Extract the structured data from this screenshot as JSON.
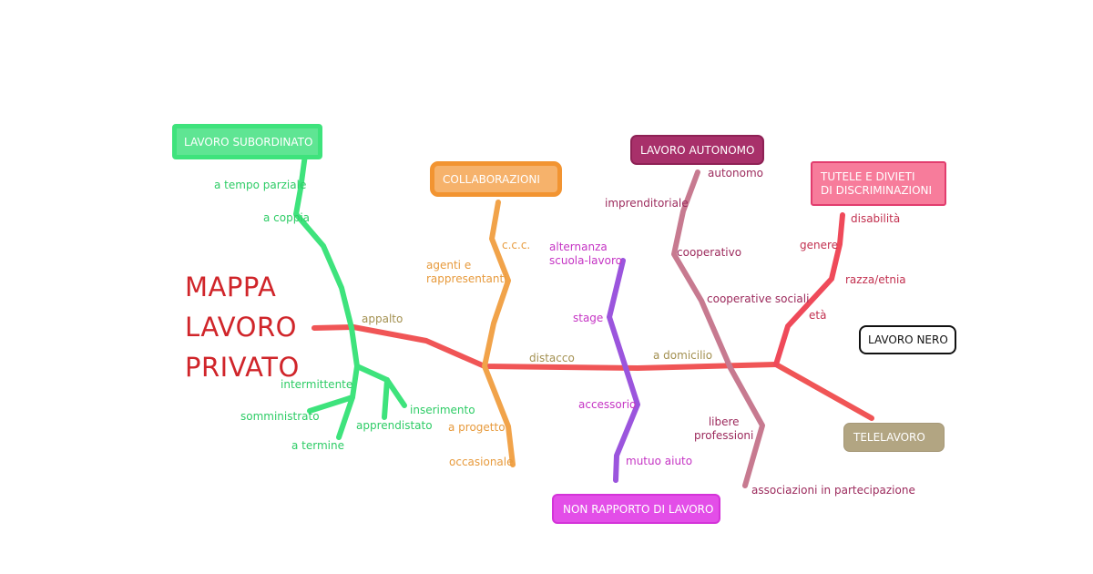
{
  "title_lines": [
    "MAPPA",
    "LAVORO",
    "PRIVATO"
  ],
  "colors": {
    "spine": "#f05556",
    "subordinato": "#3ee37c",
    "collaborazioni": "#f1a34a",
    "non_rapporto": "#9b55dd",
    "autonomo": "#c77a90",
    "tutele": "#ef4a5a",
    "title": "#d0252a"
  },
  "nodes": {
    "subordinato": "LAVORO SUBORDINATO",
    "collaborazioni": "COLLABORAZIONI",
    "autonomo": "LAVORO AUTONOMO",
    "tutele": "TUTELE E DIVIETI\nDI DISCRIMINAZIONI",
    "nero": "LAVORO NERO",
    "telelavoro": "TELELAVORO",
    "non_rapporto": "NON RAPPORTO DI LAVORO"
  },
  "labels": {
    "subordinato": [
      "a tempo parziale",
      "a coppia",
      "intermittente",
      "somministrato",
      "apprendistato",
      "inserimento",
      "a termine"
    ],
    "spine": [
      "appalto",
      "distacco",
      "a domicilio"
    ],
    "collaborazioni": [
      "c.c.c.",
      "agenti e\nrappresentanti",
      "a progetto",
      "occasionale"
    ],
    "non_rapporto": [
      "alternanza\nscuola-lavoro",
      "stage",
      "accessorio",
      "mutuo aiuto"
    ],
    "autonomo": [
      "autonomo",
      "imprenditoriale",
      "cooperativo",
      "cooperative sociali",
      "libere\nprofessioni",
      "associazioni in partecipazione"
    ],
    "tutele": [
      "disabilità",
      "genere",
      "razza/etnia",
      "età"
    ]
  }
}
